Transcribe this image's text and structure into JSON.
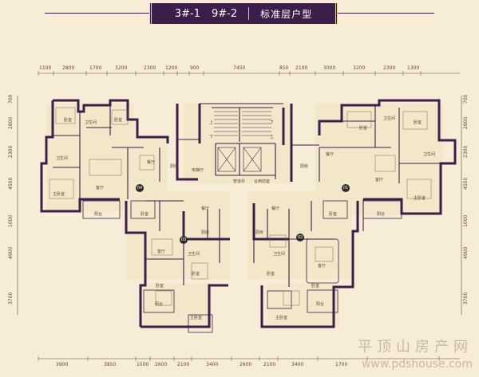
{
  "header": {
    "building_a": "3#-1",
    "building_b": "9#-2",
    "plan_title": "标准层户型"
  },
  "top_dims": [
    "1100",
    "2800",
    "1700",
    "3200",
    "2300",
    "1200",
    "900",
    "7450",
    "850",
    "2100",
    "3000",
    "3200",
    "2300",
    "1300"
  ],
  "bottom_dims": [
    "3900",
    "3850",
    "1500",
    "2600",
    "2100",
    "3400",
    "2600",
    "2100",
    "3400",
    "1700"
  ],
  "left_dims": [
    "700",
    "2800",
    "2300",
    "4500",
    "1000",
    "4900",
    "3700"
  ],
  "right_dims": [
    "700",
    "2800",
    "2300",
    "4500",
    "1000",
    "4900",
    "3700"
  ],
  "unit_tags": [
    "04",
    "03",
    "02",
    "01"
  ],
  "rooms": {
    "master_bed": "主卧室",
    "bedroom": "卧室",
    "living": "客厅",
    "dining": "餐厅",
    "kitchen": "厨房",
    "bath": "卫生间",
    "balcony": "阳台",
    "elevator_hall": "电梯厅",
    "stair_up": "上",
    "stair_down": "下",
    "pipe_shaft": "管道井",
    "corridor": "合用前室"
  },
  "watermark": {
    "cn": "平顶山房产网",
    "url": "www.pdshouse.com"
  },
  "colors": {
    "wall": "#3b1f4a",
    "paper": "#f7ecd5",
    "line": "#5b4a3a",
    "floor": "#f3e7c9"
  }
}
